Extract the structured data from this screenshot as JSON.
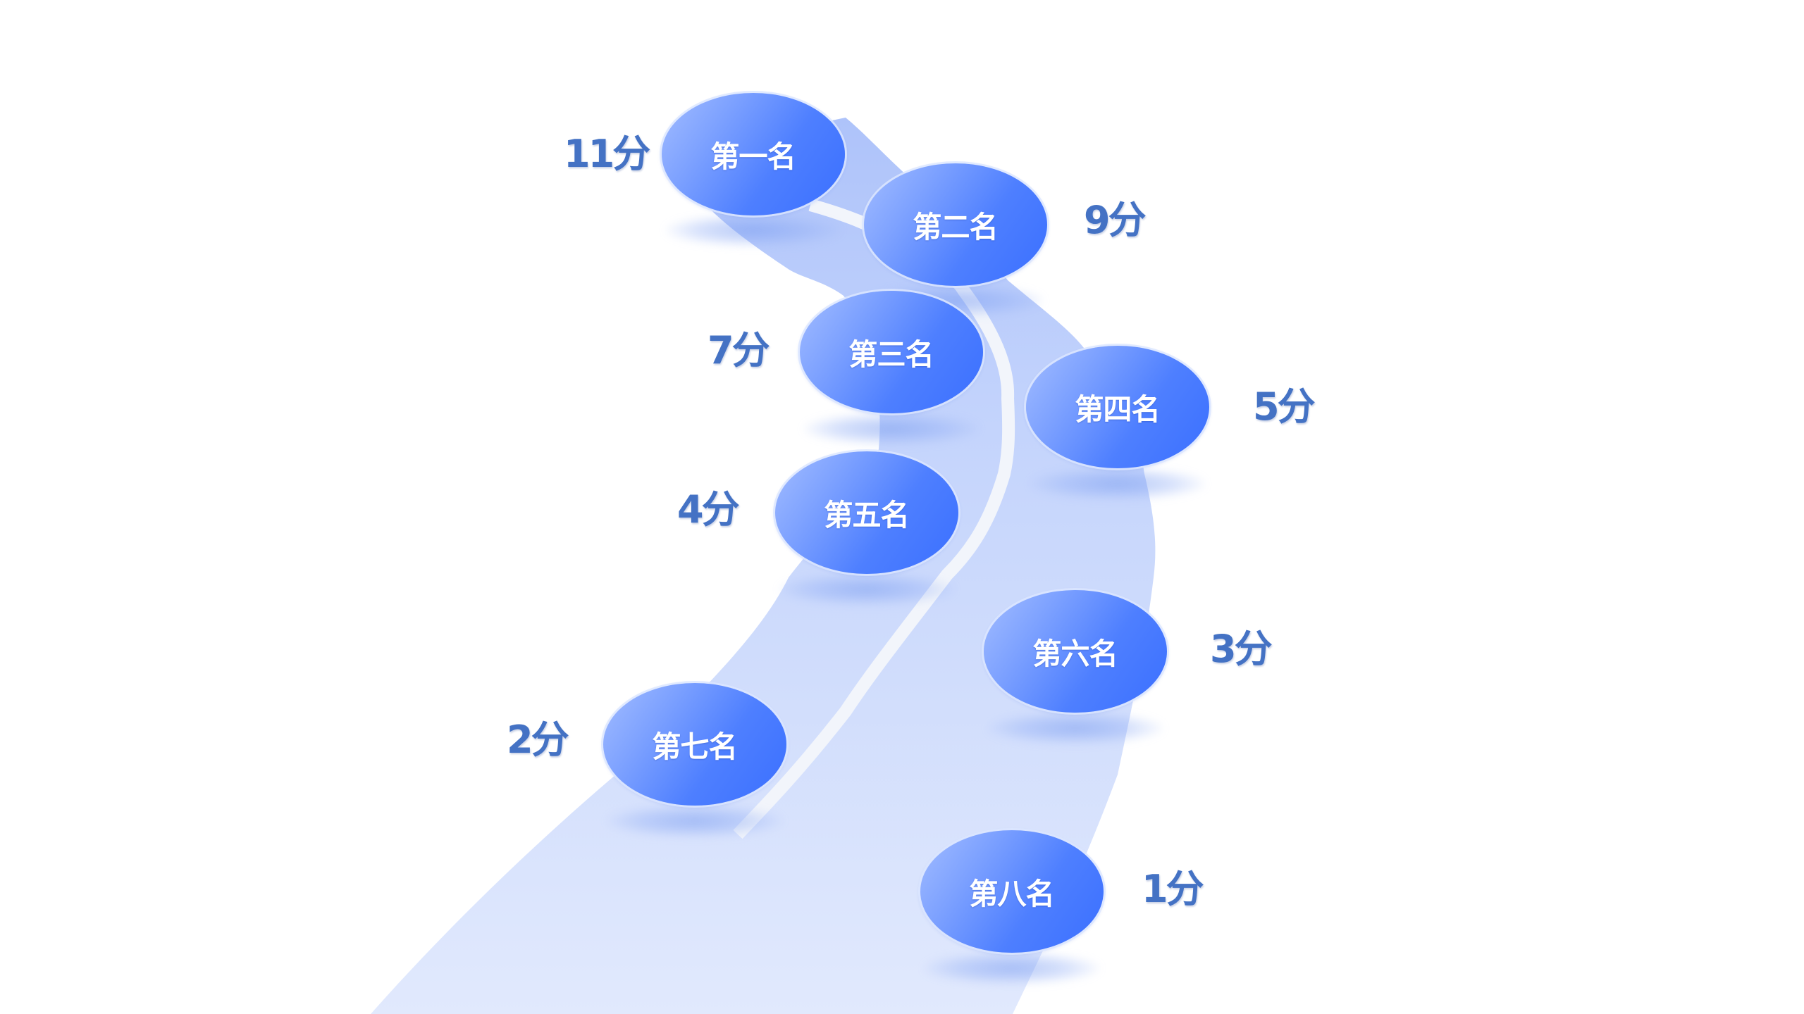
{
  "diagram": {
    "type": "ranking-road",
    "colors": {
      "road_top": "#b9ccfb",
      "road_bottom": "#dfe7fc",
      "stripe": "#f2f5fb",
      "node_light": "#a3bdff",
      "node_dark": "#3a6fff",
      "node_text": "#ffffff",
      "score_text": "#4472c4"
    },
    "nodes": [
      {
        "rank": "第一名",
        "score": "11分"
      },
      {
        "rank": "第二名",
        "score": "9分"
      },
      {
        "rank": "第三名",
        "score": "7分"
      },
      {
        "rank": "第四名",
        "score": "5分"
      },
      {
        "rank": "第五名",
        "score": "4分"
      },
      {
        "rank": "第六名",
        "score": "3分"
      },
      {
        "rank": "第七名",
        "score": "2分"
      },
      {
        "rank": "第八名",
        "score": "1分"
      }
    ]
  }
}
